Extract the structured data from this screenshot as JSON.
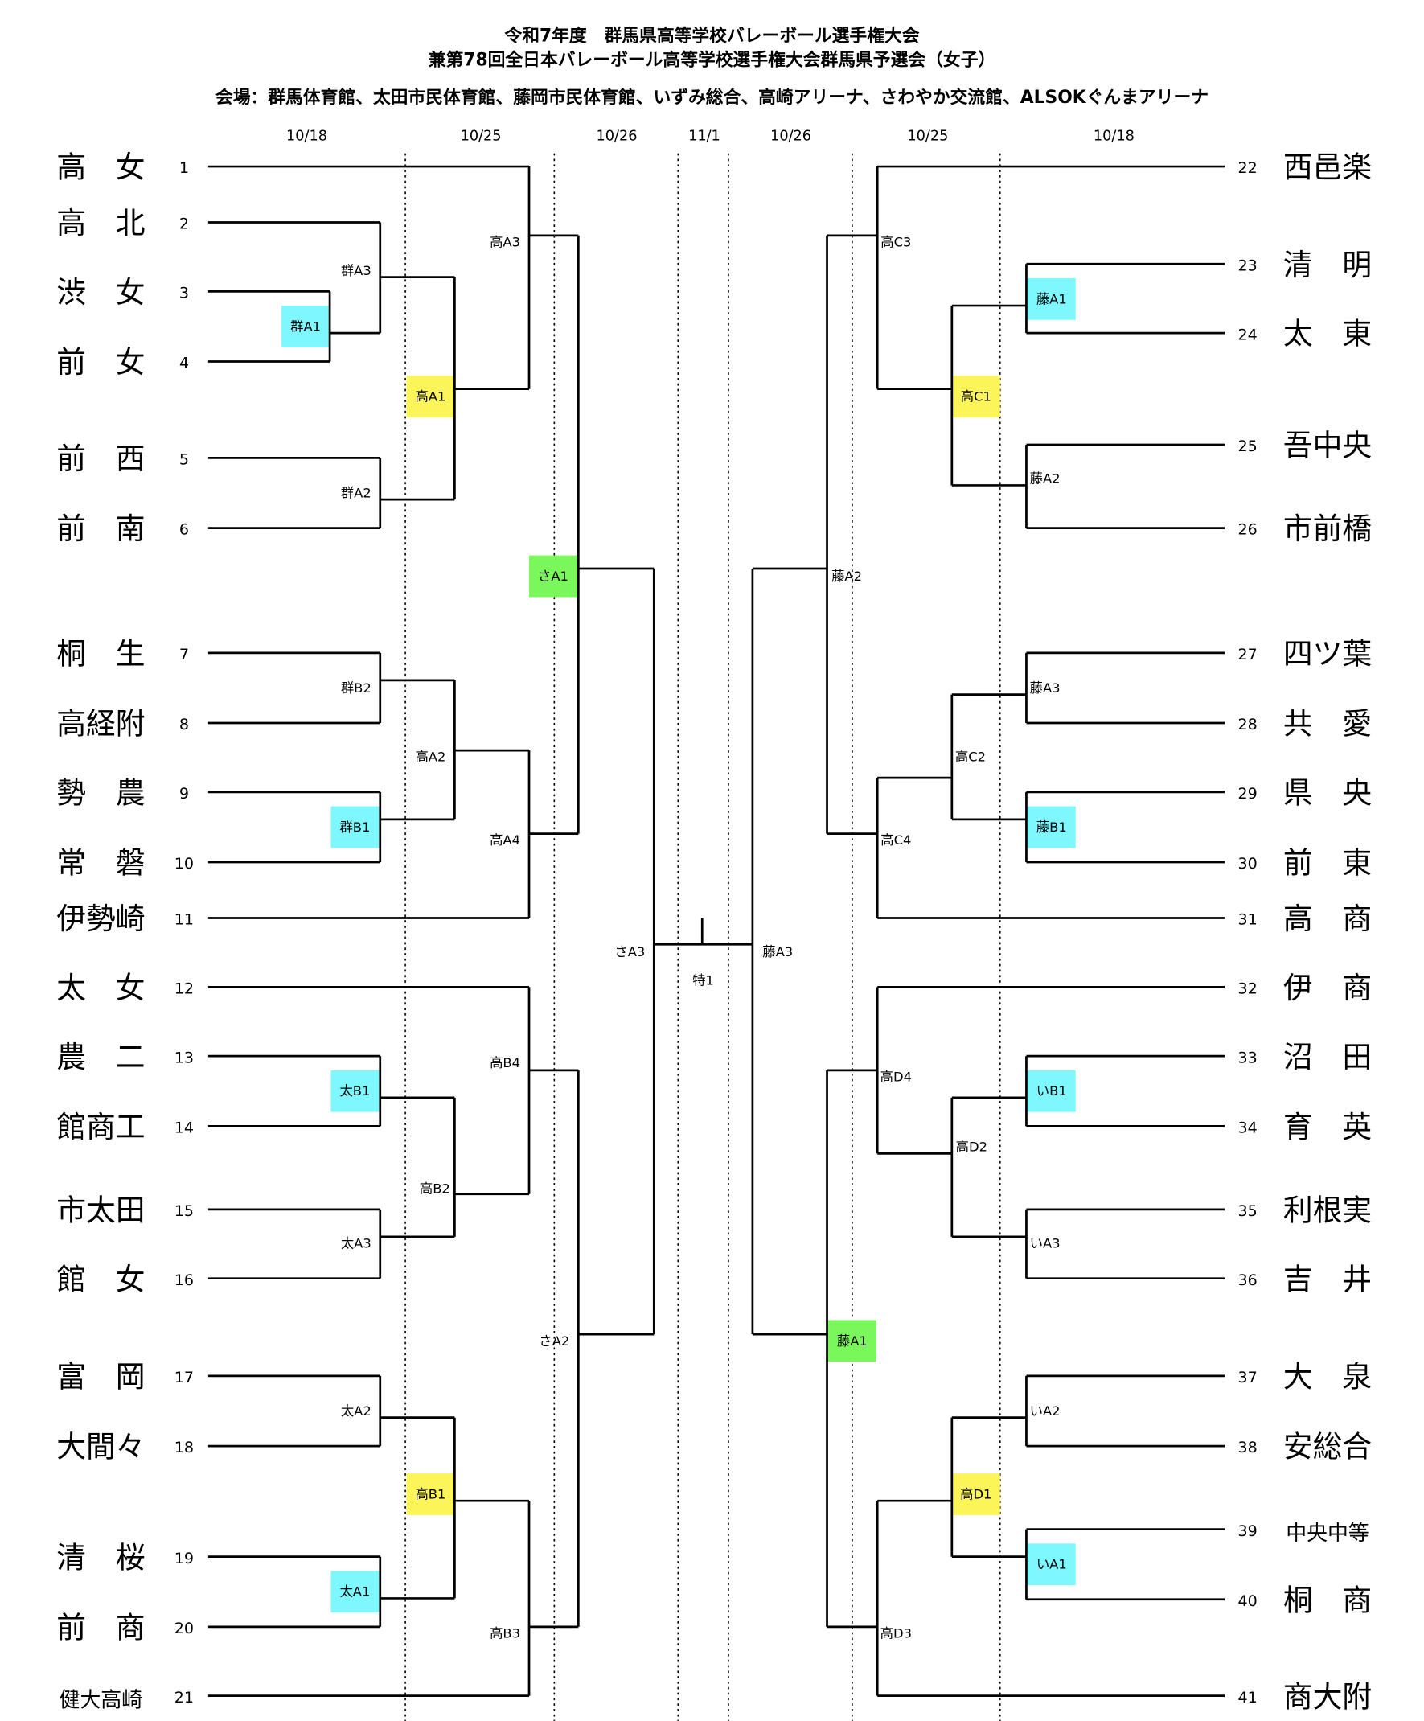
{
  "header": {
    "title_line1": "令和7年度　群馬県高等学校バレーボール選手権大会",
    "title_line2": "兼第78回全日本バレーボール高等学校選手権大会群馬県予選会（女子）",
    "venues": "会場：群馬体育館、太田市民体育館、藤岡市民体育館、いずみ総合、高崎アリーナ、さわやか交流館、ALSOKぐんまアリーナ"
  },
  "dates": [
    "10/18",
    "10/25",
    "10/26",
    "11/1",
    "10/26",
    "10/25",
    "10/18"
  ],
  "teams_left": [
    {
      "seed": "1",
      "name": "高　女"
    },
    {
      "seed": "2",
      "name": "高　北"
    },
    {
      "seed": "3",
      "name": "渋　女"
    },
    {
      "seed": "4",
      "name": "前　女"
    },
    {
      "seed": "5",
      "name": "前　西"
    },
    {
      "seed": "6",
      "name": "前　南"
    },
    {
      "seed": "7",
      "name": "桐　生"
    },
    {
      "seed": "8",
      "name": "高経附"
    },
    {
      "seed": "9",
      "name": "勢　農"
    },
    {
      "seed": "10",
      "name": "常　磐"
    },
    {
      "seed": "11",
      "name": "伊勢崎"
    },
    {
      "seed": "12",
      "name": "太　女"
    },
    {
      "seed": "13",
      "name": "農　二"
    },
    {
      "seed": "14",
      "name": "館商工"
    },
    {
      "seed": "15",
      "name": "市太田"
    },
    {
      "seed": "16",
      "name": "館　女"
    },
    {
      "seed": "17",
      "name": "富　岡"
    },
    {
      "seed": "18",
      "name": "大間々"
    },
    {
      "seed": "19",
      "name": "清　桜"
    },
    {
      "seed": "20",
      "name": "前　商"
    },
    {
      "seed": "21",
      "name": "健大高崎"
    }
  ],
  "teams_right": [
    {
      "seed": "22",
      "name": "西邑楽"
    },
    {
      "seed": "23",
      "name": "清　明"
    },
    {
      "seed": "24",
      "name": "太　東"
    },
    {
      "seed": "25",
      "name": "吾中央"
    },
    {
      "seed": "26",
      "name": "市前橋"
    },
    {
      "seed": "27",
      "name": "四ツ葉"
    },
    {
      "seed": "28",
      "name": "共　愛"
    },
    {
      "seed": "29",
      "name": "県　央"
    },
    {
      "seed": "30",
      "name": "前　東"
    },
    {
      "seed": "31",
      "name": "高　商"
    },
    {
      "seed": "32",
      "name": "伊　商"
    },
    {
      "seed": "33",
      "name": "沼　田"
    },
    {
      "seed": "34",
      "name": "育　英"
    },
    {
      "seed": "35",
      "name": "利根実"
    },
    {
      "seed": "36",
      "name": "吉　井"
    },
    {
      "seed": "37",
      "name": "大　泉"
    },
    {
      "seed": "38",
      "name": "安総合"
    },
    {
      "seed": "39",
      "name": "中央中等"
    },
    {
      "seed": "40",
      "name": "桐　商"
    },
    {
      "seed": "41",
      "name": "商大附"
    }
  ],
  "matches": [
    "群A1",
    "群A3",
    "群A2",
    "高A1",
    "高A3",
    "群B2",
    "群B1",
    "高A2",
    "高A4",
    "さA1",
    "太B1",
    "太A3",
    "高B2",
    "高B4",
    "太A2",
    "太A1",
    "高B1",
    "高B3",
    "さA2",
    "さA3",
    "特1",
    "藤A1",
    "藤A2",
    "高C1",
    "高C3",
    "藤A3",
    "藤B1",
    "高C2",
    "高C4",
    "藤A2",
    "いB1",
    "いA3",
    "高D2",
    "高D4",
    "いA2",
    "いA1",
    "高D1",
    "高D3",
    "藤A1",
    "藤A3"
  ],
  "colors": {
    "cyan": "#7ff7ff",
    "yellow": "#fbf55a",
    "green": "#7af75a",
    "line": "#000000"
  }
}
